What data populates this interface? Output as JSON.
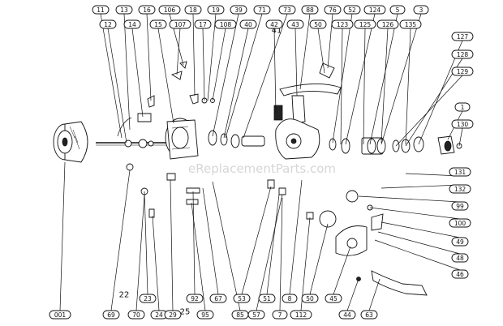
{
  "watermark": "eReplacementParts.com",
  "callouts": [
    "11",
    "13",
    "16",
    "106",
    "18",
    "19",
    "39",
    "71",
    "73",
    "88",
    "76",
    "52",
    "124",
    "5",
    "3",
    "12",
    "14",
    "15",
    "107",
    "17",
    "108",
    "40",
    "42",
    "43",
    "50",
    "123",
    "125",
    "126",
    "135",
    "127",
    "128",
    "129",
    "1",
    "130",
    "131",
    "132",
    "99",
    "100",
    "49",
    "48",
    "46",
    "001",
    "69",
    "70",
    "24",
    "29",
    "23",
    "92",
    "95",
    "67",
    "85",
    "53",
    "57",
    "51",
    "7",
    "8",
    "112",
    "50",
    "45",
    "44",
    "63"
  ],
  "free_labels": [
    "41",
    "22",
    "25"
  ],
  "colors": {
    "ink": "#111111",
    "paper": "#ffffff",
    "watermark": "#cfcfcf"
  }
}
